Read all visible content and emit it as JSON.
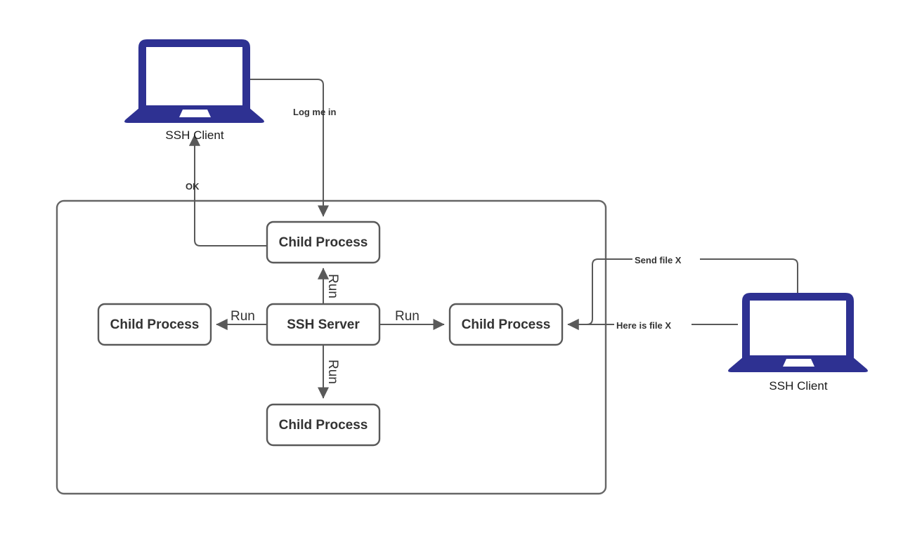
{
  "diagram": {
    "title": "SSH client-server child process diagram",
    "colors": {
      "laptop": "#2e3192",
      "box_stroke": "#595959",
      "connector": "#595959",
      "text": "#333333",
      "background": "#ffffff"
    },
    "server_container": {
      "name": "ssh-server-host-boundary"
    },
    "nodes": [
      {
        "id": "child-top",
        "label": "Child Process"
      },
      {
        "id": "child-left",
        "label": "Child Process"
      },
      {
        "id": "ssh-server",
        "label": "SSH Server"
      },
      {
        "id": "child-right",
        "label": "Child Process"
      },
      {
        "id": "child-bottom",
        "label": "Child Process"
      }
    ],
    "devices": [
      {
        "id": "ssh-client-top",
        "label": "SSH Client"
      },
      {
        "id": "ssh-client-right",
        "label": "SSH Client"
      }
    ],
    "edges": [
      {
        "id": "log-me-in",
        "label": "Log me in",
        "style": "bold"
      },
      {
        "id": "ok",
        "label": "OK",
        "style": "bold"
      },
      {
        "id": "run-up",
        "label": "Run",
        "style": "plain"
      },
      {
        "id": "run-left",
        "label": "Run",
        "style": "plain"
      },
      {
        "id": "run-right",
        "label": "Run",
        "style": "plain"
      },
      {
        "id": "run-down",
        "label": "Run",
        "style": "plain"
      },
      {
        "id": "send-file-x",
        "label": "Send file X",
        "style": "bold"
      },
      {
        "id": "here-is-file",
        "label": "Here is file X",
        "style": "bold"
      }
    ]
  }
}
